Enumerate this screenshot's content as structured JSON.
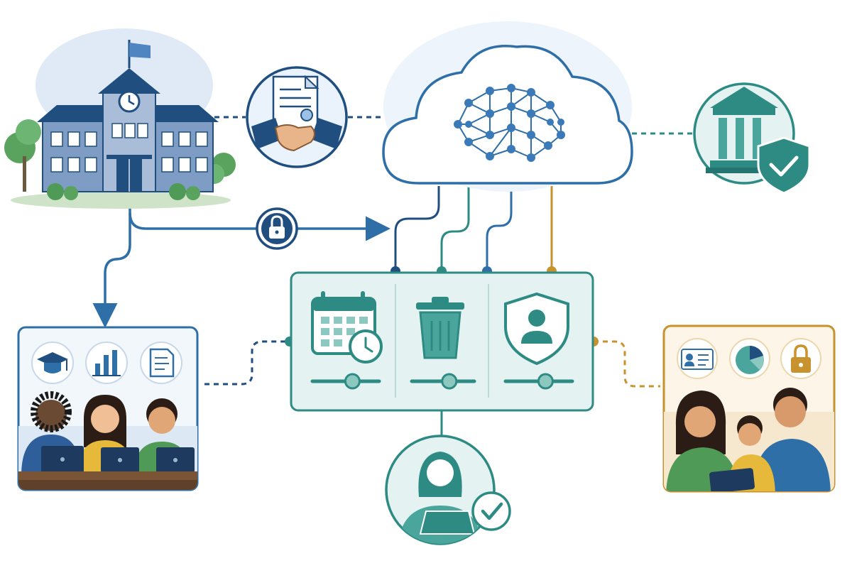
{
  "colors": {
    "navy": "#1f4e7f",
    "blue": "#2f6fa8",
    "teal": "#2e8b84",
    "teal_light": "#e4f3f1",
    "gold": "#c8922e",
    "cloud_fill": "#eef4fb",
    "sky": "#dfeaf6",
    "green": "#4f9a56"
  },
  "nodes": {
    "school": {
      "icon": "school-building-icon"
    },
    "agreement": {
      "icon": "handshake-contract-icon"
    },
    "cloud": {
      "icon": "cloud-neural-network-icon"
    },
    "regulator": {
      "icon": "bank-shield-check-icon"
    },
    "classroom": {
      "icons": [
        "graduation-cap-icon",
        "bar-chart-icon",
        "document-icon"
      ]
    },
    "controls": {
      "items": [
        "calendar-clock-icon",
        "trash-icon",
        "user-shield-icon"
      ],
      "sliders": [
        0.6,
        0.6,
        0.6
      ]
    },
    "teacher": {
      "icon": "teacher-laptop-check-icon"
    },
    "family": {
      "icons": [
        "id-card-icon",
        "pie-chart-icon",
        "padlock-icon"
      ]
    },
    "lock_badge": {
      "icon": "padlock-icon"
    }
  }
}
